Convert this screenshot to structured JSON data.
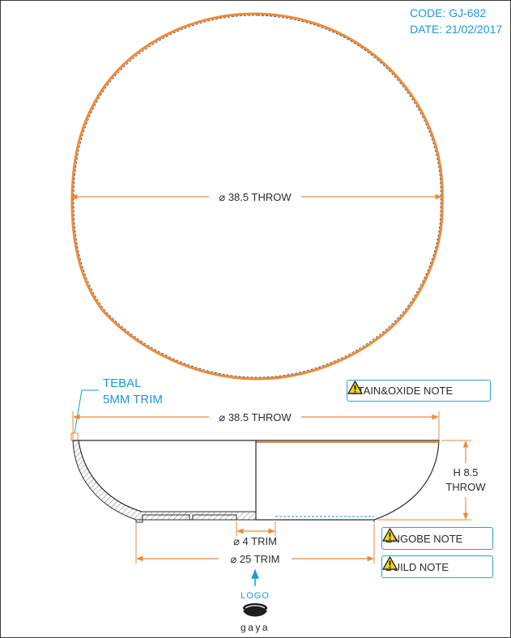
{
  "header": {
    "code": "CODE: GJ-682",
    "date": "DATE: 21/02/2017"
  },
  "top_view": {
    "diameter_label": "⌀ 38.5 THROW"
  },
  "side_view": {
    "wall_note_line1": "TEBAL",
    "wall_note_line2": "5MM TRIM",
    "top_diameter": "⌀ 38.5 THROW",
    "height_line1": "H 8.5",
    "height_line2": "THROW",
    "foot_inner": "⌀ 4 TRIM",
    "foot_outer": "⌀ 25 TRIM"
  },
  "notes": {
    "stain": "STAIN&OXIDE NOTE",
    "engobe": "ENGOBE NOTE",
    "build": "BUILD NOTE"
  },
  "logo": {
    "label": "LOGO",
    "brand": "gaya"
  },
  "colors": {
    "accent_blue": "#1a9ad6",
    "dimension_orange": "#ec8a3a",
    "outline": "#2a2a2a"
  }
}
